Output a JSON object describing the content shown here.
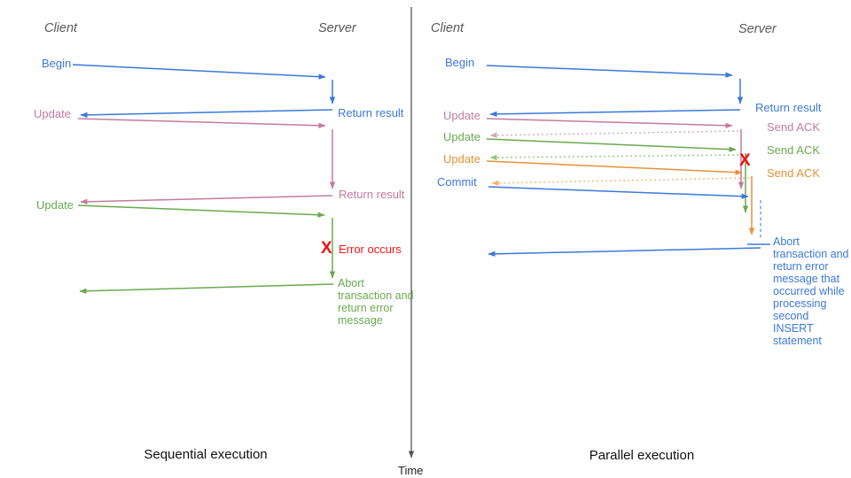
{
  "colors": {
    "blue": "#3c78d8",
    "pink": "#c27ba0",
    "green": "#6aa84f",
    "orange": "#e69138",
    "red": "#ff1111",
    "light_pink": "#d5a6bd",
    "light_green": "#93c47d",
    "light_orange": "#f6b26b",
    "light_blue": "#6d9eeb",
    "header_gray": "#595959",
    "axis_gray": "#555555"
  },
  "time_axis_label": "Time",
  "left": {
    "title": "Sequential execution",
    "client_header": "Client",
    "server_header": "Server",
    "begin": "Begin",
    "return_result_1": "Return result",
    "update_1": "Update",
    "return_result_2": "Return result",
    "update_2": "Update",
    "error_marker": "X",
    "error_text": "Error occurs",
    "abort_text": "Abort transaction and return error message"
  },
  "right": {
    "title": "Parallel execution",
    "client_header": "Client",
    "server_header": "Server",
    "begin": "Begin",
    "return_result": "Return result",
    "update_1": "Update",
    "send_ack_1": "Send ACK",
    "update_2": "Update",
    "send_ack_2": "Send ACK",
    "update_3": "Update",
    "send_ack_3": "Send ACK",
    "commit": "Commit",
    "error_marker": "X",
    "abort_text": "Abort transaction and return error message that occurred while processing second INSERT statement"
  }
}
